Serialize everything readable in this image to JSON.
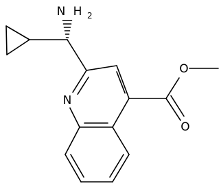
{
  "structure": {
    "atom_labels": {
      "amine_n": "N",
      "amine_h": "H",
      "amine_h_count": "2",
      "ring_n": "N",
      "carbonyl_o": "O",
      "ester_o": "O"
    }
  },
  "colors": {
    "bond": "#000000",
    "label": "#000000",
    "background": "#ffffff"
  }
}
